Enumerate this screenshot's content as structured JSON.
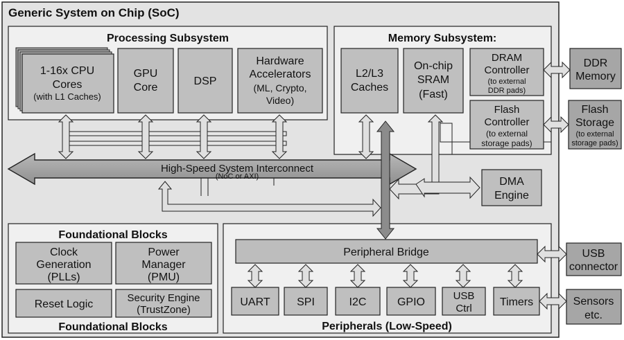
{
  "soc": {
    "title": "Generic System on Chip (SoC)"
  },
  "processing": {
    "title": "Processing Subsystem",
    "cpu": {
      "line1": "1-16x CPU",
      "line2": "Cores",
      "line3": "(with L1 Caches)"
    },
    "gpu": {
      "line1": "GPU",
      "line2": "Core"
    },
    "dsp": {
      "label": "DSP"
    },
    "hwacc": {
      "line1": "Hardware",
      "line2": "Accelerators",
      "line3": "(ML, Crypto,",
      "line4": "Video)"
    }
  },
  "memory": {
    "title": "Memory Subsystem:",
    "l2l3": {
      "line1": "L2/L3",
      "line2": "Caches"
    },
    "sram": {
      "line1": "On-chip",
      "line2": "SRAM",
      "line3": "(Fast)"
    },
    "dram": {
      "line1": "DRAM",
      "line2": "Controller",
      "line3": "(to external",
      "line4": "DDR pads)"
    },
    "flash": {
      "line1": "Flash",
      "line2": "Controller",
      "line3": "(to external",
      "line4": "storage pads)"
    }
  },
  "external": {
    "ddr": {
      "line1": "DDR",
      "line2": "Memory"
    },
    "flash_storage": {
      "line1": "Flash",
      "line2": "Storage",
      "line3": "(to external",
      "line4": "storage pads)"
    },
    "usb": {
      "line1": "USB",
      "line2": "connector"
    },
    "sensors": {
      "line1": "Sensors",
      "line2": "etc."
    }
  },
  "interconnect": {
    "label": "High-Speed System Interconnect",
    "sub": "(NoC or AXI)"
  },
  "dma": {
    "line1": "DMA",
    "line2": "Engine"
  },
  "foundational": {
    "title_top": "Foundational Blocks",
    "title_bottom": "Foundational Blocks",
    "clock": {
      "line1": "Clock",
      "line2": "Generation",
      "line3": "(PLLs)"
    },
    "power": {
      "line1": "Power",
      "line2": "Manager",
      "line3": "(PMU)"
    },
    "reset": {
      "label": "Reset Logic"
    },
    "security": {
      "line1": "Security Engine",
      "line2": "(TrustZone)"
    }
  },
  "peripherals": {
    "title": "Peripherals (Low-Speed)",
    "bridge": "Peripheral Bridge",
    "uart": "UART",
    "spi": "SPI",
    "i2c": "I2C",
    "gpio": "GPIO",
    "usbctrl": {
      "line1": "USB",
      "line2": "Ctrl"
    },
    "timers": "Timers"
  },
  "colors": {
    "soc_bg": "#e3e3e3",
    "panel_bg": "#f0f0f0",
    "block": "#bdbdbd",
    "block_dark": "#a6a6a6",
    "arrow": "#999999",
    "stroke": "#222222"
  }
}
